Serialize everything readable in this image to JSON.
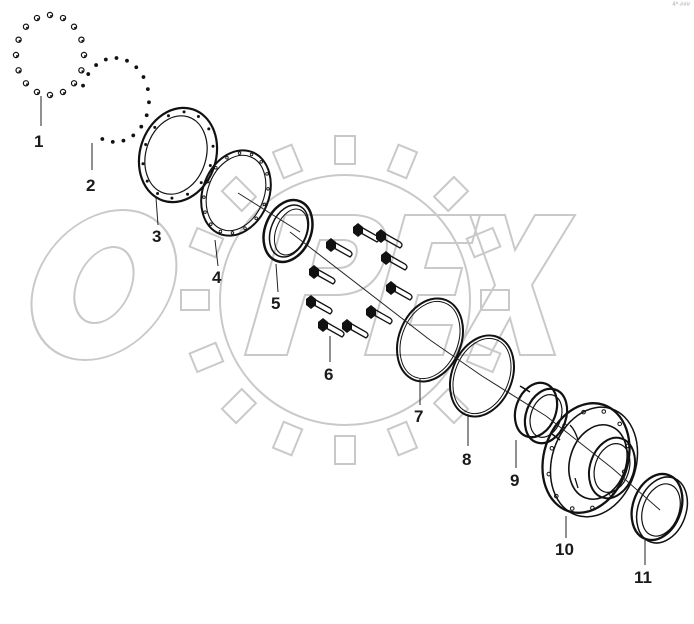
{
  "corner_mark": "4ª·###",
  "watermark": {
    "text": "OPEX",
    "color": "#c9c9c9"
  },
  "callouts": {
    "c1": "1",
    "c2": "2",
    "c3": "3",
    "c4": "4",
    "c5": "5",
    "c6": "6",
    "c7": "7",
    "c8": "8",
    "c9": "9",
    "c10": "10",
    "c11": "11"
  },
  "colors": {
    "line": "#111111",
    "background": "#ffffff"
  }
}
